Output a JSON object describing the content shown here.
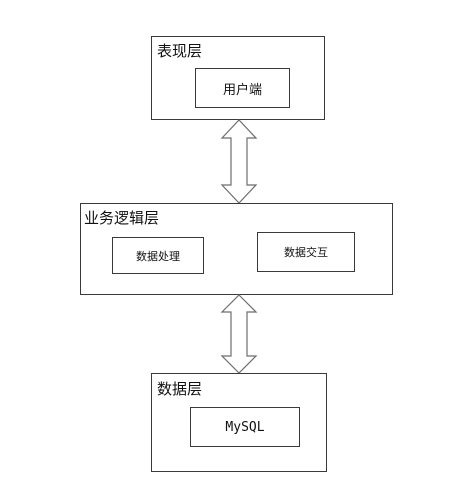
{
  "diagram": {
    "presentation_layer": {
      "title": "表现层",
      "components": [
        "用户端"
      ]
    },
    "business_layer": {
      "title": "业务逻辑层",
      "components": [
        "数据处理",
        "数据交互"
      ]
    },
    "data_layer": {
      "title": "数据层",
      "components": [
        "MySQL"
      ]
    },
    "connections": [
      {
        "from": "表现层",
        "to": "业务逻辑层",
        "type": "bidirectional-arrow"
      },
      {
        "from": "业务逻辑层",
        "to": "数据层",
        "type": "bidirectional-arrow"
      }
    ],
    "colors": {
      "border": "#3a3a3a",
      "arrow_fill": "#ffffff",
      "arrow_stroke": "#6e6e6e"
    }
  }
}
